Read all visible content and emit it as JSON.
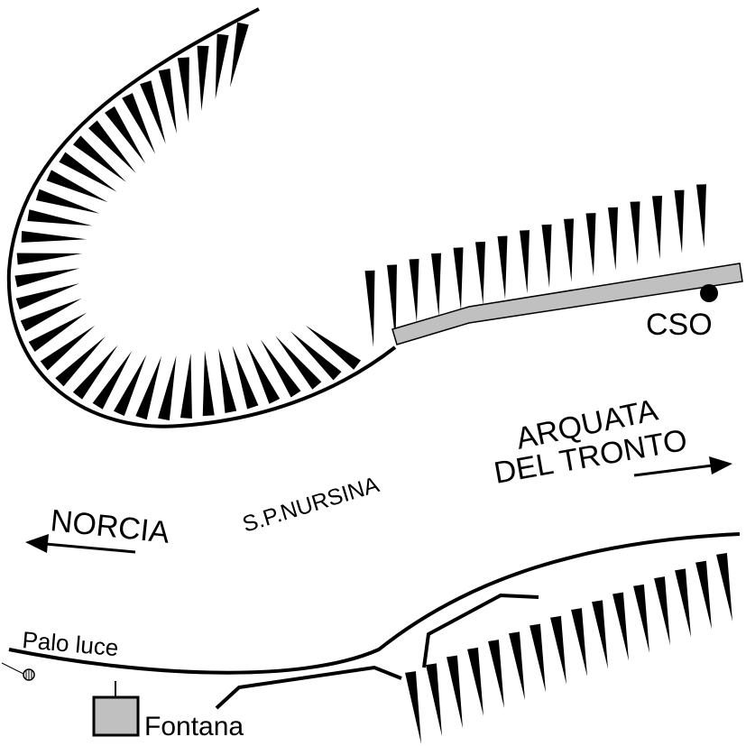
{
  "labels": {
    "cso": "CSO",
    "destination_east_line1": "ARQUATA",
    "destination_east_line2": "DEL TRONTO",
    "road_name": "S.P.NURSINA",
    "destination_west": "NORCIA",
    "pole": "Palo luce",
    "fountain": "Fontana"
  },
  "colors": {
    "ink": "#000000",
    "paved_band": "#c0c0c0"
  }
}
